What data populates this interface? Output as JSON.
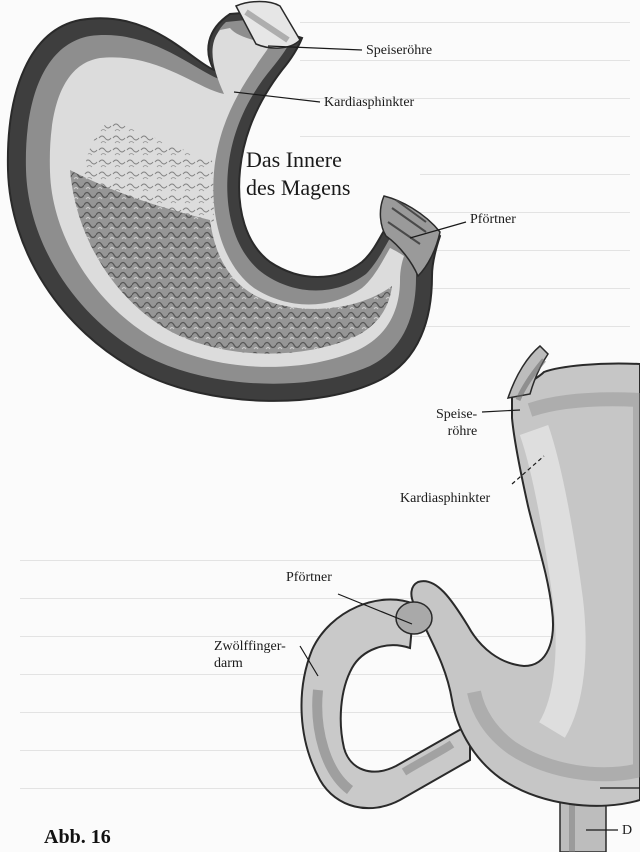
{
  "figure": {
    "caption": "Abb. 16",
    "interior": {
      "title_line1": "Das Innere",
      "title_line2": "des Magens",
      "labels": {
        "speiseroehre": "Speiseröhre",
        "kardiasphinkter": "Kardiasphinkter",
        "pfoertner": "Pförtner"
      }
    },
    "exterior": {
      "labels": {
        "speise_line1": "Speise-",
        "speise_line2": "röhre",
        "kardiasphinkter": "Kardiasphinkter",
        "pfoertner": "Pförtner",
        "zwoelf_line1": "Zwölffinger-",
        "zwoelf_line2": "darm",
        "d_cut": "D"
      }
    }
  },
  "colors": {
    "paper": "#fbfbfb",
    "outline": "#2a2a2a",
    "wall_dark": "#5a5a5a",
    "wall_mid": "#9a9a9a",
    "wall_light": "#d2d2d2",
    "mucosa": "#e9e9e9",
    "text": "#1a1a1a"
  }
}
